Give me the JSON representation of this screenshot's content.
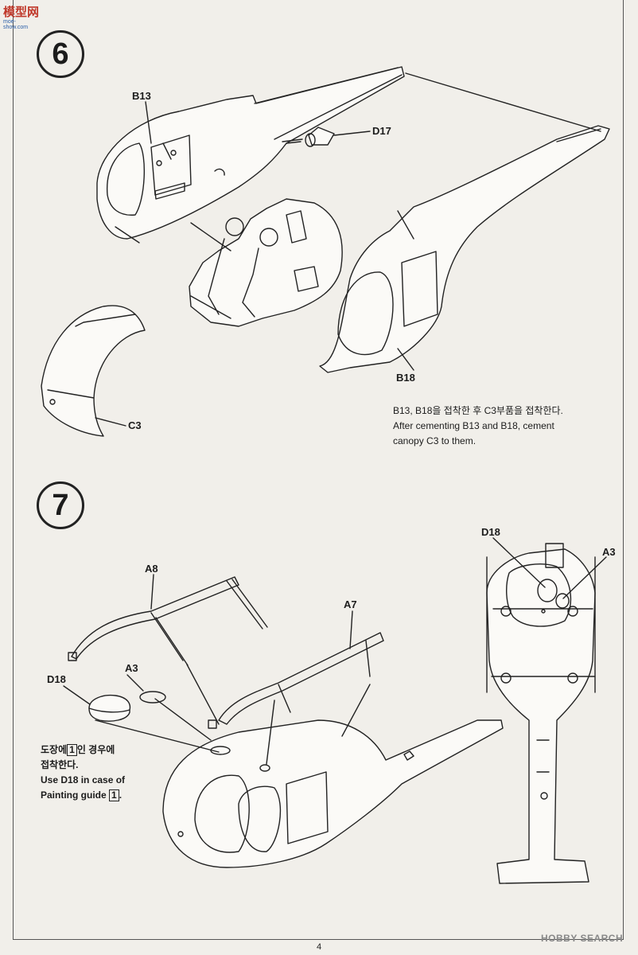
{
  "watermark": {
    "main": "模型网",
    "sub": "moe-show.com"
  },
  "step6": {
    "number": "6",
    "labels": {
      "b13": "B13",
      "d17": "D17",
      "b18": "B18",
      "c3": "C3"
    },
    "note_ko": "B13, B18을 접착한 후 C3부품을 접착한다.",
    "note_en_1": "After cementing B13 and B18,  cement",
    "note_en_2": "canopy C3 to them."
  },
  "step7": {
    "number": "7",
    "labels": {
      "a8": "A8",
      "a7": "A7",
      "a3_left": "A3",
      "d18_left": "D18",
      "d18_right": "D18",
      "a3_right": "A3"
    },
    "note_ko_pre": "도장에",
    "note_ko_box": "1",
    "note_ko_post": "인 경우에",
    "note_ko_2": "접착한다.",
    "note_en_1": "Use D18 in case of",
    "note_en_2_pre": "Painting guide",
    "note_en_2_box": "1",
    "note_en_2_post": "."
  },
  "footer": {
    "page_number": "4",
    "logo": "HOBBY SEARCH"
  },
  "colors": {
    "paper": "#f1efea",
    "ink": "#222222",
    "watermark_red": "#c0392b",
    "watermark_blue": "#2a5ea8"
  }
}
